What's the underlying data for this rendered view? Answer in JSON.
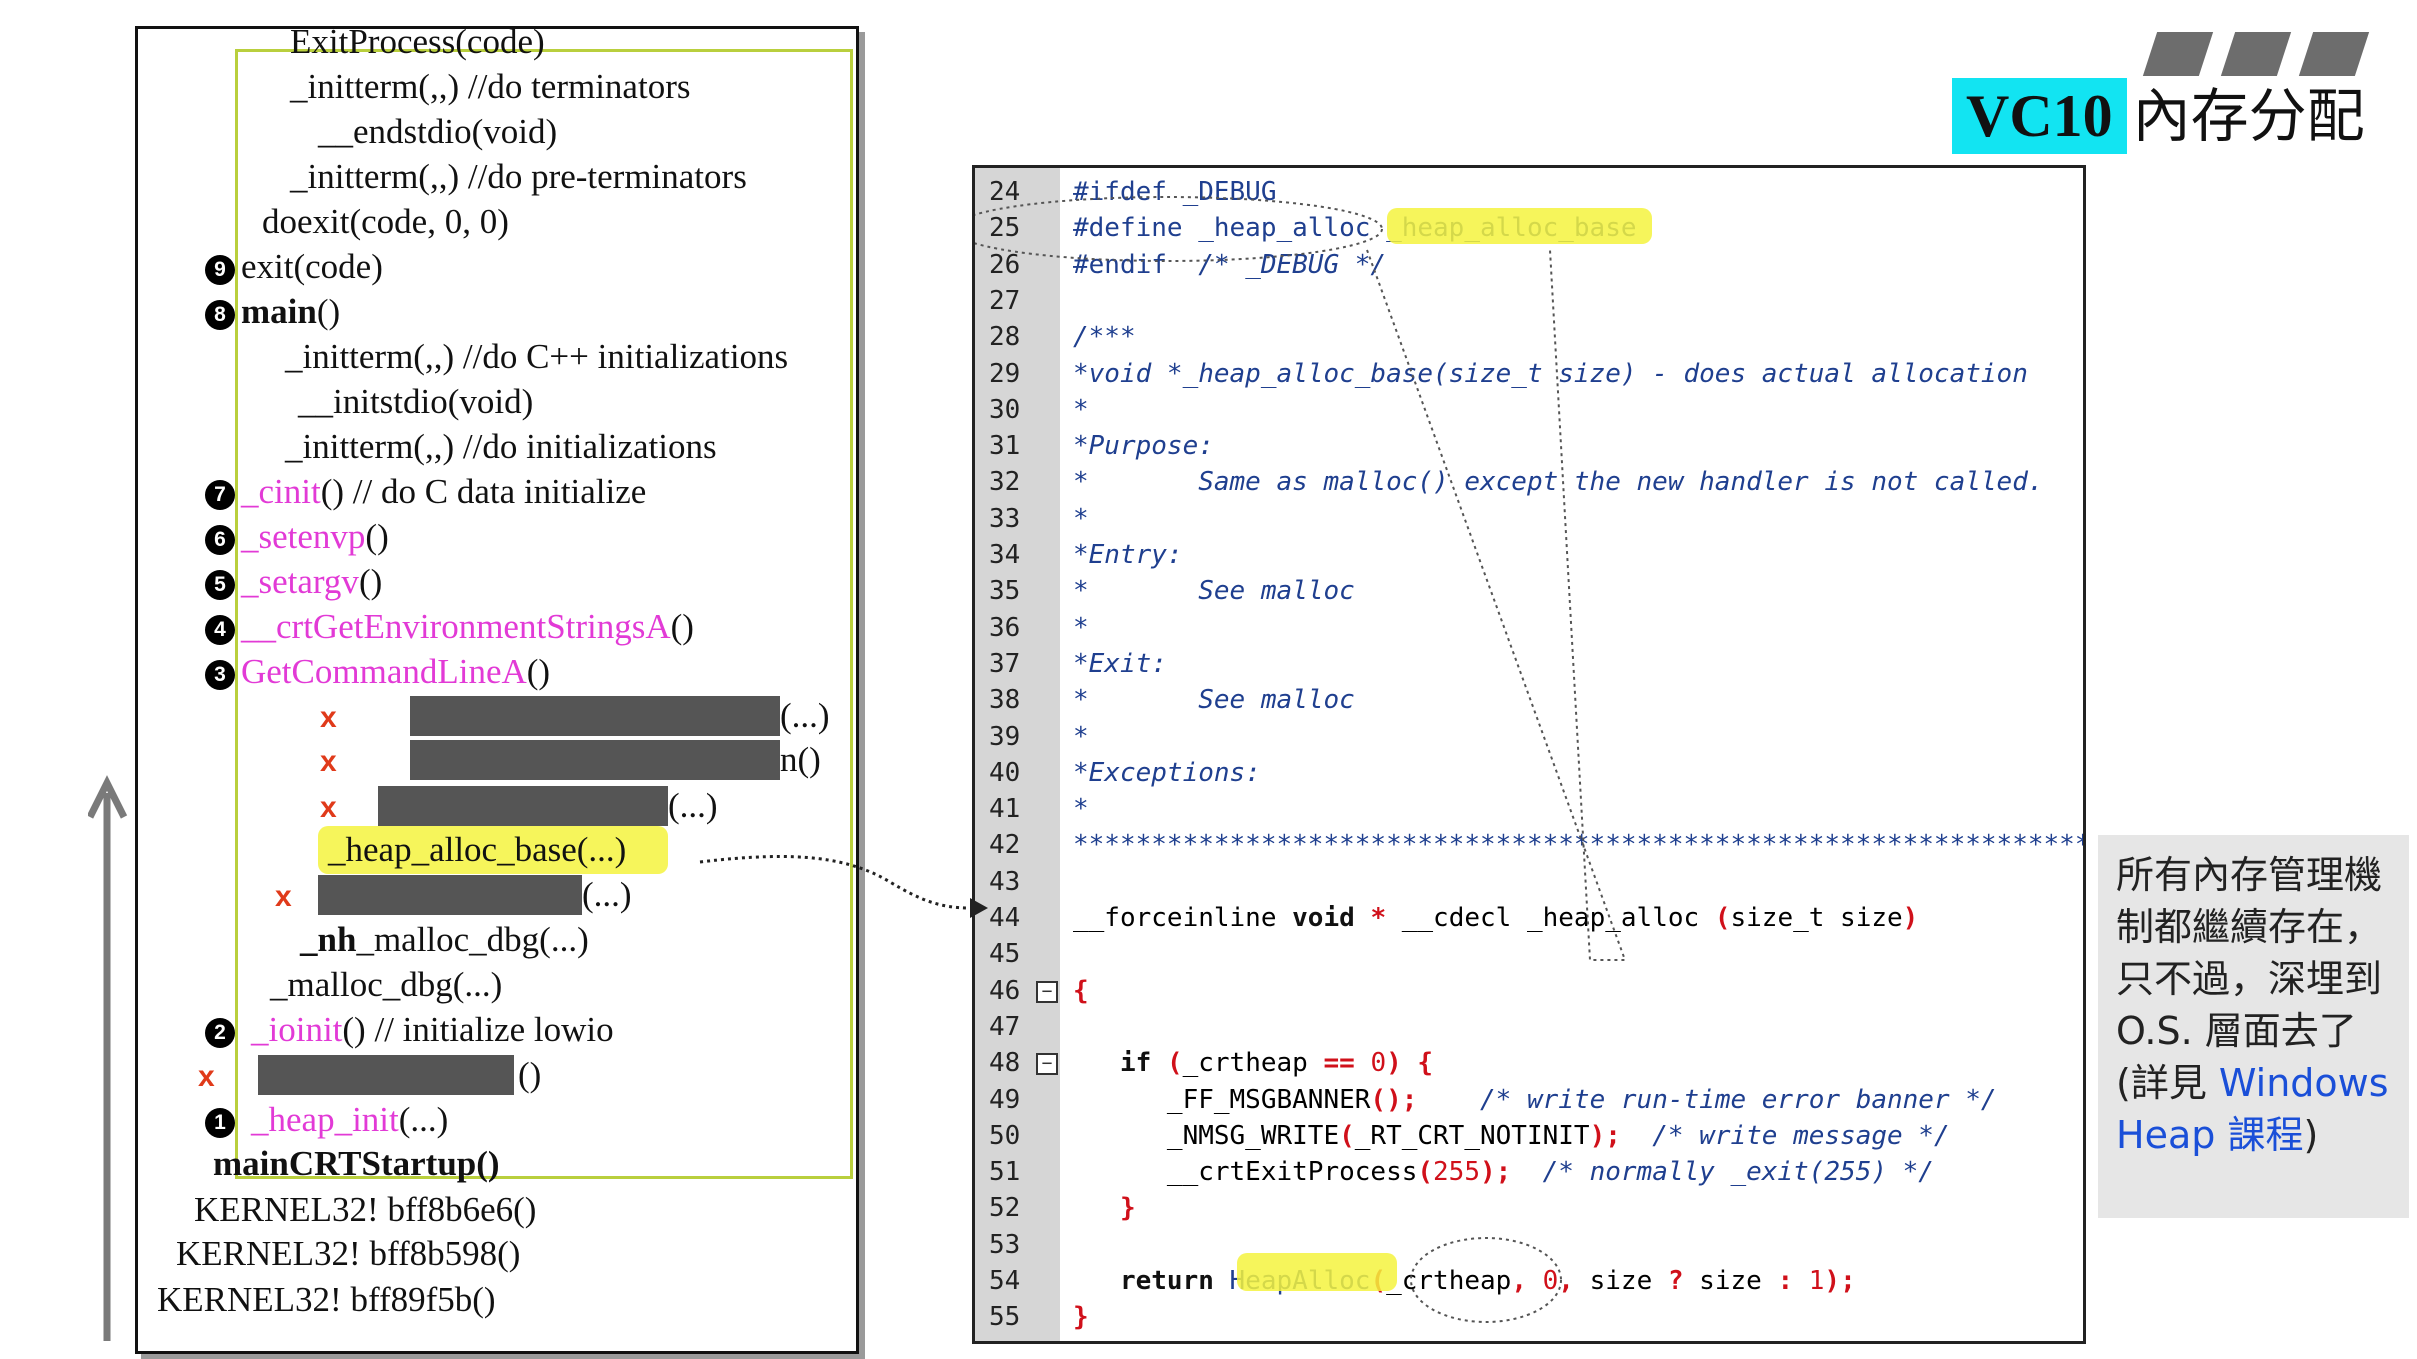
{
  "title": {
    "highlight": "VC10",
    "rest": "內存分配"
  },
  "call_stack": {
    "lines": [
      {
        "text": "ExitProcess(code)"
      },
      {
        "text": "_initterm(,,)     //do terminators"
      },
      {
        "text": "__endstdio(void)"
      },
      {
        "text": "_initterm(,,)     //do pre-terminators"
      },
      {
        "text": "doexit(code, 0, 0)"
      },
      {
        "text": "exit(code)",
        "badge": "9"
      },
      {
        "text": "main",
        "suffix": "()",
        "badge": "8"
      },
      {
        "text": "_initterm(,,)     //do C++ initializations"
      },
      {
        "text": "__initstdio(void)"
      },
      {
        "text": "_initterm(,,)     //do initializations"
      },
      {
        "pink": "_cinit",
        "suffix": "()   // do C data initialize",
        "badge": "7"
      },
      {
        "pink": "_setenvp",
        "suffix": "()",
        "badge": "6"
      },
      {
        "pink": "_setargv",
        "suffix": "()",
        "badge": "5"
      },
      {
        "pink": "__crtGetEnvironmentStringsA",
        "suffix": "()",
        "badge": "4"
      },
      {
        "pink": "GetCommandLineA",
        "suffix": "()",
        "badge": "3"
      },
      {
        "text": "(...)",
        "x": "x"
      },
      {
        "text": "n()",
        "x": "x"
      },
      {
        "text": "(...)",
        "x": "x"
      },
      {
        "text": "_heap_alloc_base(...)"
      },
      {
        "text": "(...)",
        "x": "x"
      },
      {
        "bold": "_nh",
        "suffix": "_malloc_dbg(...)"
      },
      {
        "text": "_malloc_dbg(...)"
      },
      {
        "pink": "_ioinit",
        "suffix": "()  // initialize lowio",
        "badge": "2"
      },
      {
        "text": "()",
        "x": "x"
      },
      {
        "pink": "_heap_init",
        "suffix": "(...)",
        "badge": "1"
      },
      {
        "text": "mainCRTStartup()"
      },
      {
        "text": "KERNEL32! bff8b6e6()"
      },
      {
        "text": "KERNEL32! bff8b598()"
      },
      {
        "text": "KERNEL32! bff89f5b()"
      }
    ]
  },
  "code": {
    "lines": [
      {
        "n": "24",
        "html": "<span class='pp'>#ifdef _DEBUG</span>"
      },
      {
        "n": "25",
        "html": "<span class='pp'>#define _heap_alloc _heap_alloc_base</span>"
      },
      {
        "n": "26",
        "html": "<span class='pp'>#endif  </span><span class='cm'>/* _DEBUG */</span>"
      },
      {
        "n": "27",
        "html": ""
      },
      {
        "n": "28",
        "html": "<span class='cm'>/***</span>"
      },
      {
        "n": "29",
        "html": "<span class='cm'>*void *_heap_alloc_base(size_t size) - does actual allocation</span>"
      },
      {
        "n": "30",
        "html": "<span class='cm'>*</span>"
      },
      {
        "n": "31",
        "html": "<span class='cm'>*Purpose:</span>"
      },
      {
        "n": "32",
        "html": "<span class='cm'>*       Same as malloc() except the new handler is not called.</span>"
      },
      {
        "n": "33",
        "html": "<span class='cm'>*</span>"
      },
      {
        "n": "34",
        "html": "<span class='cm'>*Entry:</span>"
      },
      {
        "n": "35",
        "html": "<span class='cm'>*       See malloc</span>"
      },
      {
        "n": "36",
        "html": "<span class='cm'>*</span>"
      },
      {
        "n": "37",
        "html": "<span class='cm'>*Exit:</span>"
      },
      {
        "n": "38",
        "html": "<span class='cm'>*       See malloc</span>"
      },
      {
        "n": "39",
        "html": "<span class='cm'>*</span>"
      },
      {
        "n": "40",
        "html": "<span class='cm'>*Exceptions:</span>"
      },
      {
        "n": "41",
        "html": "<span class='cm'>*</span>"
      },
      {
        "n": "42",
        "html": "<span class='cm'>*******************************************************************************/</span>"
      },
      {
        "n": "43",
        "html": ""
      },
      {
        "n": "44",
        "html": "__forceinline <span class='kw'>void</span> <span class='rd'>*</span> __cdecl _heap_alloc <span class='rd'>(</span>size_t size<span class='rd'>)</span>"
      },
      {
        "n": "45",
        "html": ""
      },
      {
        "n": "46",
        "html": "<span class='rd'>{</span>",
        "fold": "−"
      },
      {
        "n": "47",
        "html": ""
      },
      {
        "n": "48",
        "html": "   <span class='kw'>if</span> <span class='rd'>(</span>_crtheap <span class='rd'>==</span> <span class='num'>0</span><span class='rd'>) {</span>",
        "fold": "−"
      },
      {
        "n": "49",
        "html": "      _FF_MSGBANNER<span class='rd'>();</span>    <span class='cm'>/* write run-time error banner */</span>"
      },
      {
        "n": "50",
        "html": "      _NMSG_WRITE<span class='rd'>(</span>_RT_CRT_NOTINIT<span class='rd'>);</span>  <span class='cm'>/* write message */</span>"
      },
      {
        "n": "51",
        "html": "      __crtExitProcess<span class='rd'>(</span><span class='num'>255</span><span class='rd'>);</span>  <span class='cm'>/* normally _exit(255) */</span>"
      },
      {
        "n": "52",
        "html": "   <span class='rd'>}</span>"
      },
      {
        "n": "53",
        "html": ""
      },
      {
        "n": "54",
        "html": "   <span class='kw'>return</span> <span class='pp'>HeapAlloc</span><span class='rd'>(</span>_crtheap<span class='rd'>,</span> <span class='num'>0</span><span class='rd'>,</span> size <span class='rd'>?</span> size <span class='rd'>:</span> <span class='num'>1</span><span class='rd'>);</span>"
      },
      {
        "n": "55",
        "html": "<span class='rd'>}</span>"
      }
    ]
  },
  "note": {
    "text": "所有內存管理機制都繼續存在，只不過，深埋到 O.S. 層面去了 (詳見 ",
    "link": "Windows Heap 課程",
    "close": ")"
  },
  "colors": {
    "accent_cyan": "#12e4f2",
    "pink": "#e23ad6",
    "highlight": "#f4f33e",
    "inner_border": "#b9cf3d"
  }
}
